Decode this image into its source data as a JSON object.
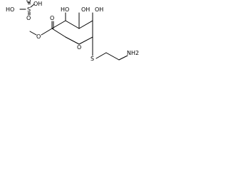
{
  "molecule": {
    "acid": {
      "hydroxyl_1": "HO",
      "hydroxyl_2": "OH",
      "sulfur": "S",
      "oxygen_top": "O",
      "oxygen_bottom": "O"
    },
    "sugar": {
      "ring_oxygen": "O",
      "hydroxyl_left": "HO",
      "hydroxyl_middle": "OH",
      "hydroxyl_right": "OH"
    },
    "ester": {
      "carbonyl_oxygen": "O",
      "ester_oxygen": "O"
    },
    "thioether": {
      "sulfur": "S",
      "amine": "NH2"
    }
  }
}
